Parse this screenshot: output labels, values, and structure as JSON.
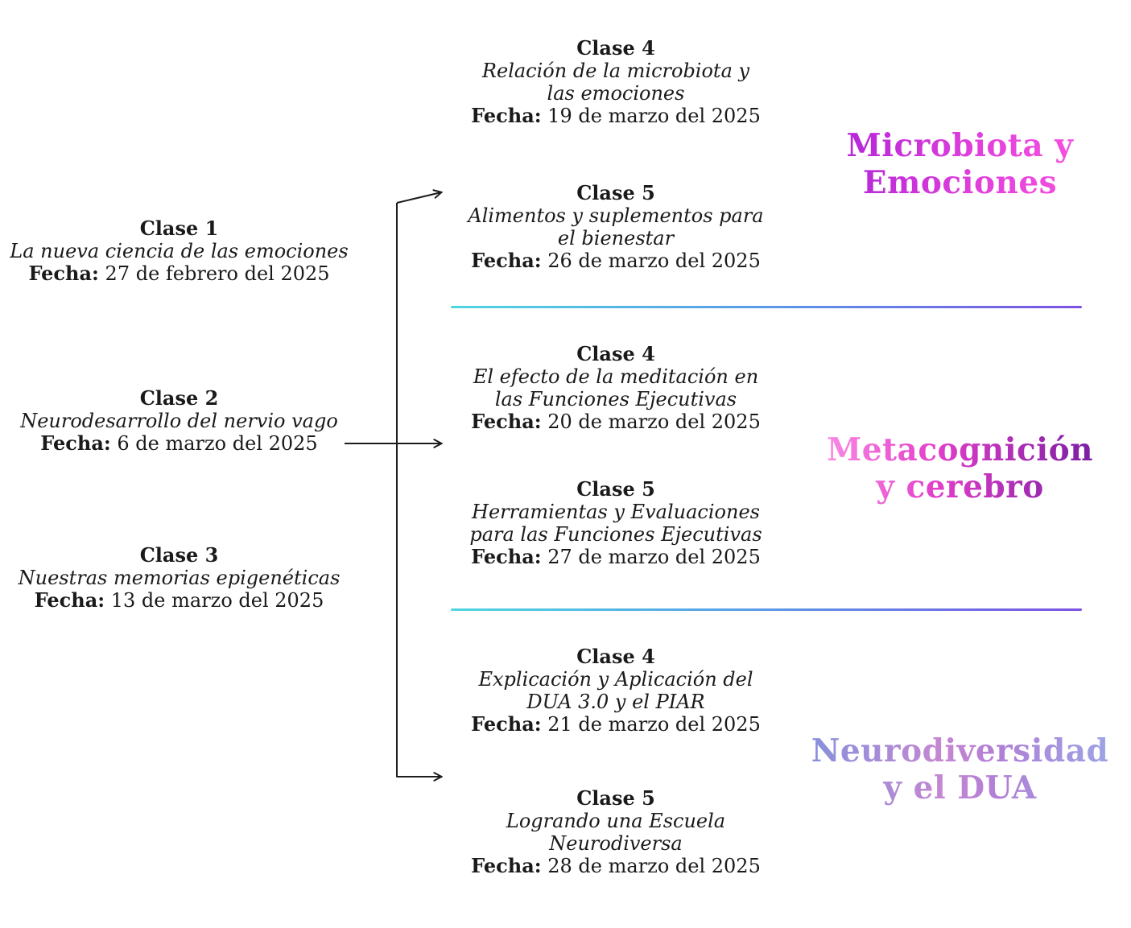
{
  "page": {
    "background": "#ffffff",
    "text_color": "#1a1a1a"
  },
  "left_column": {
    "classes": [
      {
        "title": "Clase 1",
        "topic": "La nueva ciencia de las emociones",
        "fecha_label": "Fecha:",
        "fecha": "27 de febrero del 2025"
      },
      {
        "title": "Clase 2",
        "topic": "Neurodesarrollo del nervio vago",
        "fecha_label": "Fecha:",
        "fecha": "6 de marzo del 2025"
      },
      {
        "title": "Clase 3",
        "topic": "Nuestras memorias epigenéticas",
        "fecha_label": "Fecha:",
        "fecha": "13 de marzo del 2025"
      }
    ]
  },
  "modules": [
    {
      "name": "Microbiota y Emociones",
      "heading_lines": [
        "Microbiota y",
        "Emociones"
      ],
      "heading_gradient": [
        "#a51fd6",
        "#e03fdc 55%",
        "#ff58e0"
      ],
      "classes": [
        {
          "title": "Clase 4",
          "topic_lines": [
            "Relación de la microbiota y",
            "las emociones"
          ],
          "fecha_label": "Fecha:",
          "fecha": "19 de marzo del 2025"
        },
        {
          "title": "Clase 5",
          "topic_lines": [
            "Alimentos y suplementos para",
            "el bienestar"
          ],
          "fecha_label": "Fecha:",
          "fecha": "26 de marzo del 2025"
        }
      ]
    },
    {
      "name": "Metacognición y cerebro",
      "heading_lines": [
        "Metacognición",
        "y cerebro"
      ],
      "heading_gradient": [
        "#ff9ce8",
        "#e23fca 42%",
        "#6b1a9c"
      ],
      "classes": [
        {
          "title": "Clase 4",
          "topic_lines": [
            "El efecto de la meditación en",
            "las Funciones Ejecutivas"
          ],
          "fecha_label": "Fecha:",
          "fecha": "20 de marzo del 2025"
        },
        {
          "title": "Clase 5",
          "topic_lines": [
            "Herramientas y Evaluaciones",
            "para las Funciones Ejecutivas"
          ],
          "fecha_label": "Fecha:",
          "fecha": "27 de marzo del 2025"
        }
      ]
    },
    {
      "name": "Neurodiversidad y el DUA",
      "heading_lines": [
        "Neurodiversidad",
        "y el DUA"
      ],
      "heading_gradient": [
        "#8292dc",
        "#c687d2 45%",
        "#b07fd6 62%",
        "#9aa8e6"
      ],
      "classes": [
        {
          "title": "Clase 4",
          "topic_lines": [
            "Explicación y Aplicación del",
            "DUA 3.0 y el PIAR"
          ],
          "fecha_label": "Fecha:",
          "fecha": "21 de marzo del 2025"
        },
        {
          "title": "Clase 5",
          "topic_lines": [
            "Logrando una Escuela",
            "Neurodiversa"
          ],
          "fecha_label": "Fecha:",
          "fecha": "28 de marzo del 2025"
        }
      ]
    }
  ],
  "dividers": {
    "stops": [
      "#4fd6e0",
      "#5a9ce8 48%",
      "#7c52e2"
    ]
  },
  "connector": {
    "color": "#1c1c1c"
  }
}
